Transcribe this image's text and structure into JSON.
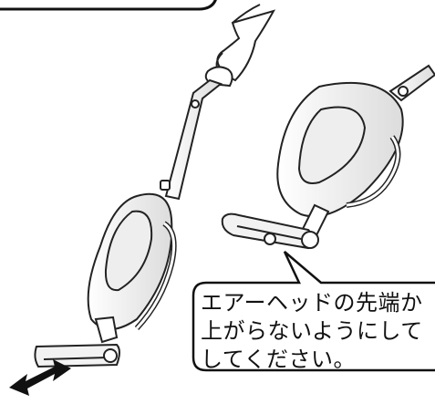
{
  "callout": {
    "lines": [
      "エアーヘッドの先端か",
      "上がらないようにして",
      "してください。"
    ]
  }
}
